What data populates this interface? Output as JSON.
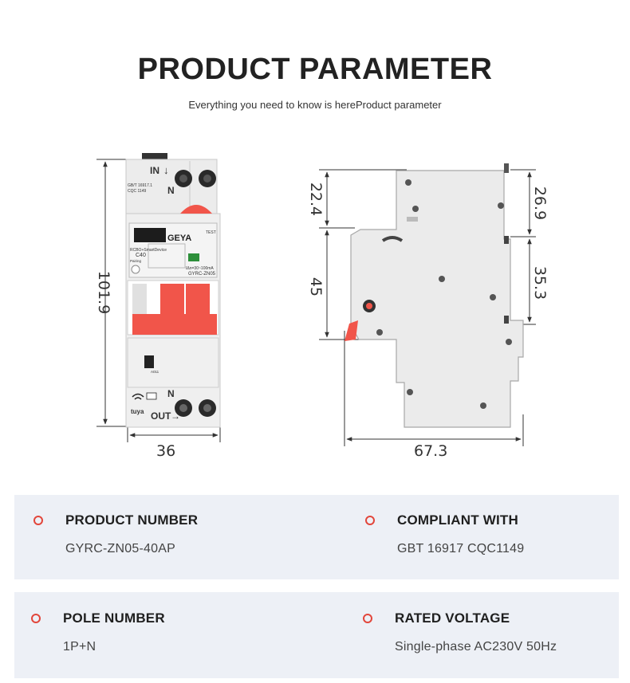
{
  "header": {
    "title": "PRODUCT PARAMETER",
    "subtitle": "Everything you need to know is hereProduct parameter"
  },
  "front_view": {
    "height_label": "101.9",
    "width_label": "36",
    "labels": {
      "in": "IN",
      "n_top": "N",
      "standard": "GB/T 16917.1",
      "cert": "CQC 1149",
      "test": "TEST",
      "brand": "GEYA",
      "type": "RCBO+SmartDevice",
      "rating": "C40",
      "pairing": "Pairing",
      "leakage": "IΔn=30~100mA",
      "model": "GYRC-ZN05",
      "n_bottom": "N",
      "out": "OUT",
      "aux": "A011",
      "app": "tuya"
    }
  },
  "side_view": {
    "top_offset": "22.4",
    "middle_height": "45",
    "right_top": "26.9",
    "right_middle": "35.3",
    "depth": "67.3"
  },
  "specs": [
    {
      "label": "PRODUCT NUMBER",
      "value": "GYRC-ZN05-40AP"
    },
    {
      "label": "COMPLIANT WITH",
      "value": "GBT 16917 CQC1149"
    },
    {
      "label": "POLE NUMBER",
      "value": "1P+N"
    },
    {
      "label": "RATED VOLTAGE",
      "value": "Single-phase AC230V 50Hz"
    }
  ],
  "colors": {
    "accent": "#e2463b",
    "handle": "#f1554a",
    "card": "#edf0f6",
    "body": "#ededed"
  }
}
